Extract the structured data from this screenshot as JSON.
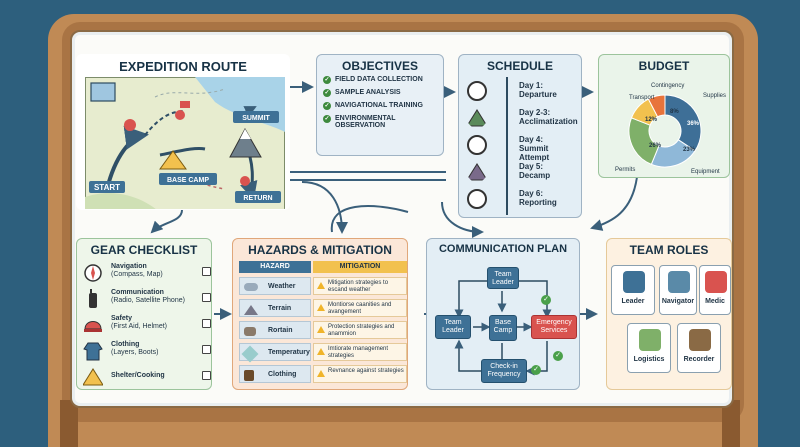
{
  "colors": {
    "background": "#2d5f7d",
    "board": "#fbfbf8",
    "node_blue": "#3e7196",
    "emergency_red": "#d9534f",
    "check_green": "#4aa04a",
    "warning": "#f0b42a"
  },
  "route": {
    "title": "EXPEDITION ROUTE",
    "labels": {
      "start": "START",
      "base_camp": "BASE CAMP",
      "summit": "SUMMIT",
      "return": "RETURN"
    }
  },
  "objectives": {
    "title": "OBJECTIVES",
    "items": [
      "FIELD DATA COLLECTION",
      "SAMPLE ANALYSIS",
      "NAVIGATIONAL TRAINING",
      "ENVIRONMENTAL OBSERVATION"
    ]
  },
  "schedule": {
    "title": "SCHEDULE",
    "items": [
      {
        "line1": "Day 1:",
        "line2": "Departure",
        "icon": "clock-icon"
      },
      {
        "line1": "Day 2-3:",
        "line2": "Acclimatization",
        "icon": "mountain-icon"
      },
      {
        "line1": "Day 4:",
        "line2": "Summit Attempt",
        "icon": "clock-icon"
      },
      {
        "line1": "Day 5:",
        "line2": "Decamp",
        "icon": "mountain-icon"
      },
      {
        "line1": "Day 6:",
        "line2": "Reporting",
        "icon": "clock-icon"
      }
    ]
  },
  "budget": {
    "title": "BUDGET",
    "slice_labels": {
      "contingency": "Contingency",
      "transport": "Transport",
      "supplies": "Supplies",
      "permits": "Permits",
      "equipment": "Equipment"
    },
    "value_labels": {
      "v8": "8%",
      "v12": "12%",
      "v36": "36%",
      "v26": "26%",
      "v23": "23%"
    },
    "slices": [
      {
        "name": "Supplies",
        "value": 36,
        "color": "#3e6f97"
      },
      {
        "name": "Equipment",
        "value": 23,
        "color": "#8fb8d8"
      },
      {
        "name": "Permits",
        "value": 26,
        "color": "#7fb069"
      },
      {
        "name": "Transport",
        "value": 12,
        "color": "#f2c14e"
      },
      {
        "name": "Contingency",
        "value": 8,
        "color": "#e8743b"
      }
    ]
  },
  "gear": {
    "title": "GEAR CHECKLIST",
    "items": [
      {
        "name": "Navigation",
        "detail": "(Compass, Map)",
        "icon": "compass-icon"
      },
      {
        "name": "Communication",
        "detail": "(Radio, Satellite Phone)",
        "icon": "radio-icon"
      },
      {
        "name": "Safety",
        "detail": "(First Aid, Helmet)",
        "icon": "helmet-icon"
      },
      {
        "name": "Clothing",
        "detail": "(Layers, Boots)",
        "icon": "jacket-icon"
      },
      {
        "name": "Shelter/Cooking",
        "detail": "",
        "icon": "tent-icon"
      }
    ]
  },
  "hazards": {
    "title": "HAZARDS & MITIGATION",
    "col_hazard": "HAZARD",
    "col_mitigation": "MITIGATION",
    "rows": [
      {
        "hazard": "Weather",
        "mitigation": "Mitigation strategies to escand weather"
      },
      {
        "hazard": "Terrain",
        "mitigation": "Montiorse caanities and avangement"
      },
      {
        "hazard": "Rortain",
        "mitigation": "Protection strategies and anammion"
      },
      {
        "hazard": "Temperatury",
        "mitigation": "Imtiorate management strategies"
      },
      {
        "hazard": "Clothing",
        "mitigation": "Revnance against strategies"
      }
    ]
  },
  "comms": {
    "title": "COMMUNICATION PLAN",
    "nodes": {
      "team_leader_top": "Team Leader",
      "team_leader_left": "Team Leader",
      "base_camp": "Base Camp",
      "emergency": "Emergency Services",
      "checkin": "Check-in Frequency"
    }
  },
  "roles": {
    "title": "TEAM ROLES",
    "items": [
      "Leader",
      "Navigator",
      "Medic",
      "Logistics",
      "Recorder"
    ]
  }
}
